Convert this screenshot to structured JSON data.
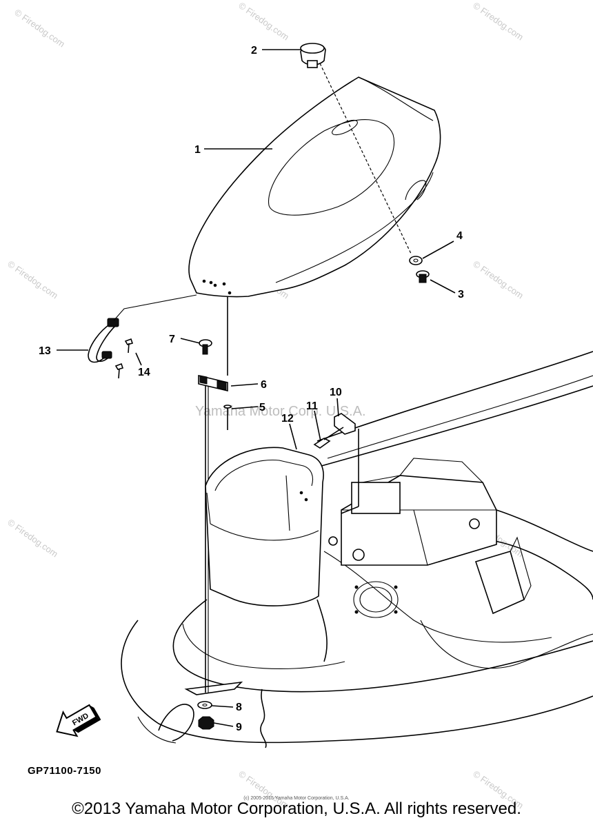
{
  "diagram": {
    "part_number": "GP71100-7150",
    "fwd_label": "FWD",
    "watermark": "© Firedog.com",
    "mid_watermark": "Yamaha Motor Corp. U.S.A.",
    "small_copyright": "(c) 2005-2015 Yamaha Motor Corporation, U.S.A.",
    "footer": "©2013 Yamaha Motor Corporation, U.S.A. All rights reserved.",
    "callouts": [
      "1",
      "2",
      "3",
      "4",
      "5",
      "6",
      "7",
      "8",
      "9",
      "10",
      "11",
      "12",
      "13",
      "14"
    ]
  }
}
